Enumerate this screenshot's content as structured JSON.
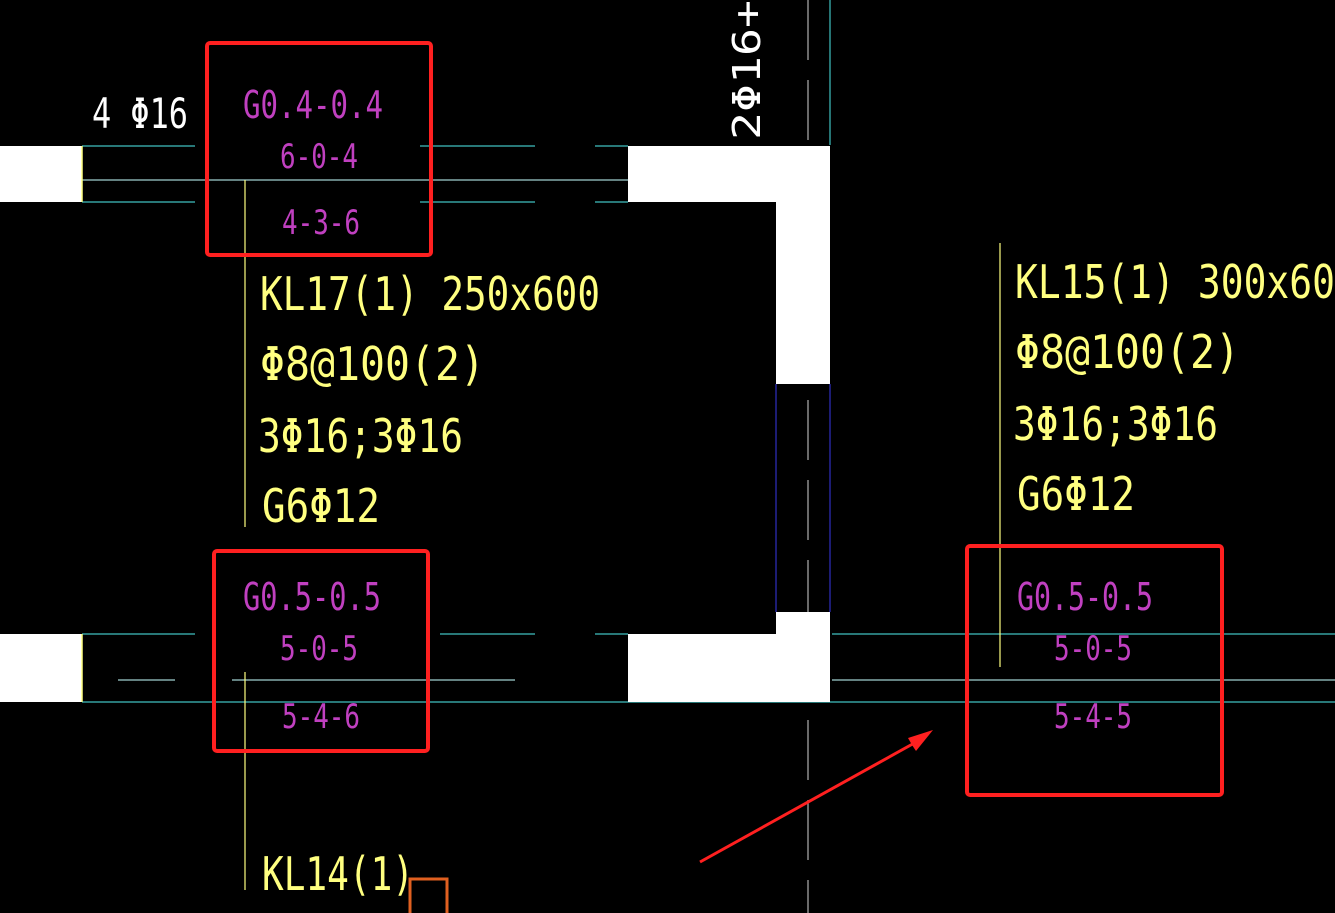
{
  "colors": {
    "background": "#000000",
    "annotation_text": "#ffff80",
    "stirrup_text": "#c040c0",
    "cyan_line": "#40c0c0",
    "wall_fill": "#ffffff",
    "highlight_box": "#ff2020",
    "arrow": "#ff2020"
  },
  "top_left_rebar": "4 Φ16",
  "vertical_rebar": "2Φ16+",
  "beams": {
    "kl17": {
      "name": "KL17(1) 250x600",
      "stirrup": "Φ8@100(2)",
      "main_rebar": "3Φ16;3Φ16",
      "side_rebar": "G6Φ12"
    },
    "kl15": {
      "name": "KL15(1) 300x60",
      "stirrup": "Φ8@100(2)",
      "main_rebar": "3Φ16;3Φ16",
      "side_rebar": "G6Φ12"
    },
    "kl14": {
      "name": "KL14(1)"
    }
  },
  "boxes": {
    "top": {
      "line1": "G0.4-0.4",
      "line2": "6-0-4",
      "line3": "4-3-6"
    },
    "mid": {
      "line1": "G0.5-0.5",
      "line2": "5-0-5",
      "line3": "5-4-6"
    },
    "right": {
      "line1": "G0.5-0.5",
      "line2": "5-0-5",
      "line3": "5-4-5"
    }
  }
}
